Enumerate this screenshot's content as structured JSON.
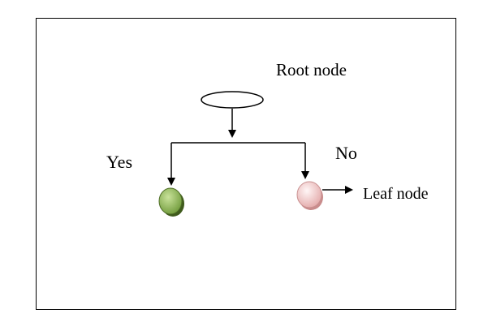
{
  "diagram": {
    "labels": {
      "root": "Root node",
      "yes": "Yes",
      "no": "No",
      "leaf": "Leaf node"
    },
    "colors": {
      "line": "#000000",
      "root_fill": "#ffffff",
      "yes_node": "#8fba52",
      "yes_shadow": "#3f5a1c",
      "no_node": "#f2cccc",
      "no_shadow": "#c98c8c"
    }
  }
}
